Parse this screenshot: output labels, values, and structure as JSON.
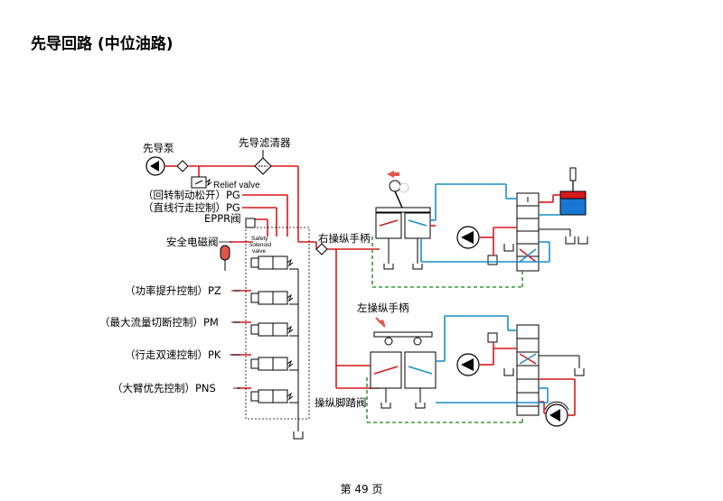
{
  "page": {
    "title": "先导回路 (中位油路)",
    "footer": "第 49 页"
  },
  "labels": {
    "pilot_pump": "先导泵",
    "pilot_filter": "先导滤清器",
    "relief_valve": "Relief valve",
    "pg_swing": "（回转制动松开）PG",
    "pg_travel": "（直线行走控制）PG",
    "eppr": "EPPR阀",
    "safety_solenoid": "安全电磁阀",
    "safety_tag_1": "Safety",
    "safety_tag_2": "solenoid",
    "safety_tag_3": "valve",
    "pz": "（功率提升控制）PZ",
    "pm": "（最大流量切断控制）PM",
    "pk": "（行走双速控制）PK",
    "pns": "（大臂优先控制）PNS",
    "right_handle": "右操纵手柄",
    "left_handle": "左操纵手柄",
    "foot_valve": "操纵脚踏阀"
  },
  "colors": {
    "pressure_line": "#d7191c",
    "return_line": "#1a8fc9",
    "drain_line": "#3a9a3a",
    "cylinder": "#1976d2",
    "arrow_accent": "#e2574c"
  }
}
